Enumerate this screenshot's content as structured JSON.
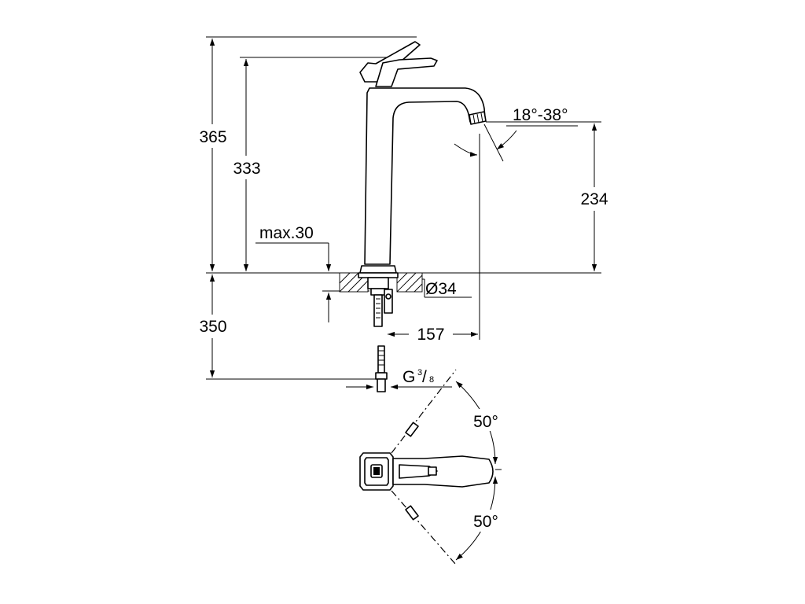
{
  "dimensions": {
    "total_height": "365",
    "spout_height": "333",
    "outlet_height": "234",
    "max_deck_thickness": "max.30",
    "bore_diameter": "Ø34",
    "spout_reach": "157",
    "below_deck": "350",
    "connection_main": "G",
    "connection_num": "3",
    "connection_den": "8",
    "spray_angle": "18°-38°",
    "lever_angle_up": "50°",
    "lever_angle_down": "50°"
  },
  "colors": {
    "ink": "#000000",
    "paper": "#ffffff"
  }
}
